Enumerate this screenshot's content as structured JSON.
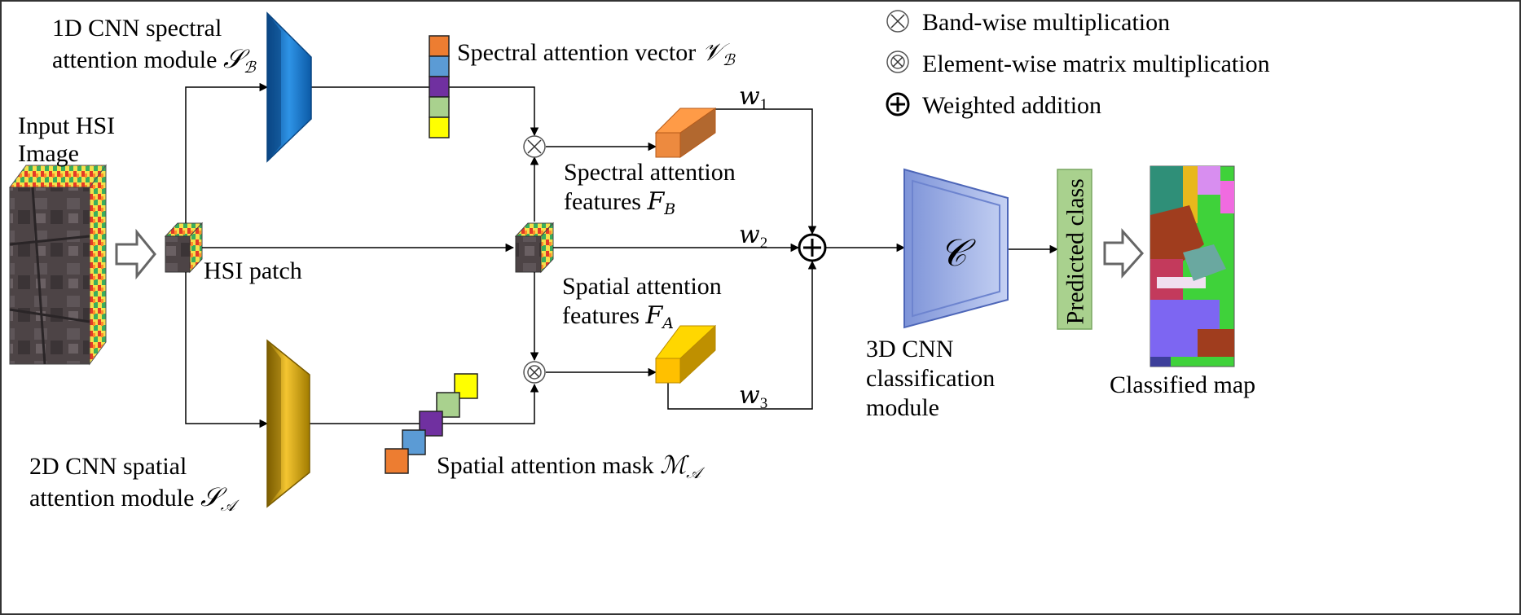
{
  "modules": {
    "spectral": {
      "line1": "1D CNN spectral",
      "line2": "attention module",
      "symbol": "𝒮",
      "symbol_sub": "ℬ",
      "color": "#1f7fd1"
    },
    "spatial": {
      "line1": "2D CNN spatial",
      "line2": "attention module",
      "symbol": "𝒮",
      "symbol_sub": "𝒜",
      "color": "#d9a300"
    },
    "classifier": {
      "line1": "3D CNN",
      "line2": "classification",
      "line3": "module",
      "symbol": "𝒞",
      "color": "#8fa4e0"
    }
  },
  "labels": {
    "input_line1": "Input HSI",
    "input_line2": "Image",
    "hsi_patch": "HSI patch",
    "spectral_vector": "Spectral attention vector",
    "spectral_vector_sym": "𝒱",
    "spectral_vector_sub": "ℬ",
    "spectral_feat_line1": "Spectral attention",
    "spectral_feat_line2": "features",
    "spectral_feat_sym": "F",
    "spectral_feat_sub": "B",
    "spatial_feat_line1": "Spatial attention",
    "spatial_feat_line2": "features",
    "spatial_feat_sym": "F",
    "spatial_feat_sub": "A",
    "spatial_mask": "Spatial attention mask",
    "spatial_mask_sym": "ℳ",
    "spatial_mask_sub": "𝒜",
    "predicted_class": "Predicted class",
    "classified_map": "Classified map"
  },
  "weights": [
    {
      "sym": "w",
      "sub": "1"
    },
    {
      "sym": "w",
      "sub": "2"
    },
    {
      "sym": "w",
      "sub": "3"
    }
  ],
  "legend": [
    {
      "icon": "circle-times-icon",
      "text": "Band-wise multiplication"
    },
    {
      "icon": "circle-times-bold-icon",
      "text": "Element-wise matrix multiplication"
    },
    {
      "icon": "circle-plus-icon",
      "text": "Weighted addition"
    }
  ],
  "vector_colors": [
    "#ed7d31",
    "#5b9bd5",
    "#7030a0",
    "#a9d18e",
    "#ffff00"
  ],
  "feature_colors": {
    "spectral": "#ed8a3f",
    "spatial": "#ffc000"
  },
  "predicted_class_color": "#a9d18e"
}
